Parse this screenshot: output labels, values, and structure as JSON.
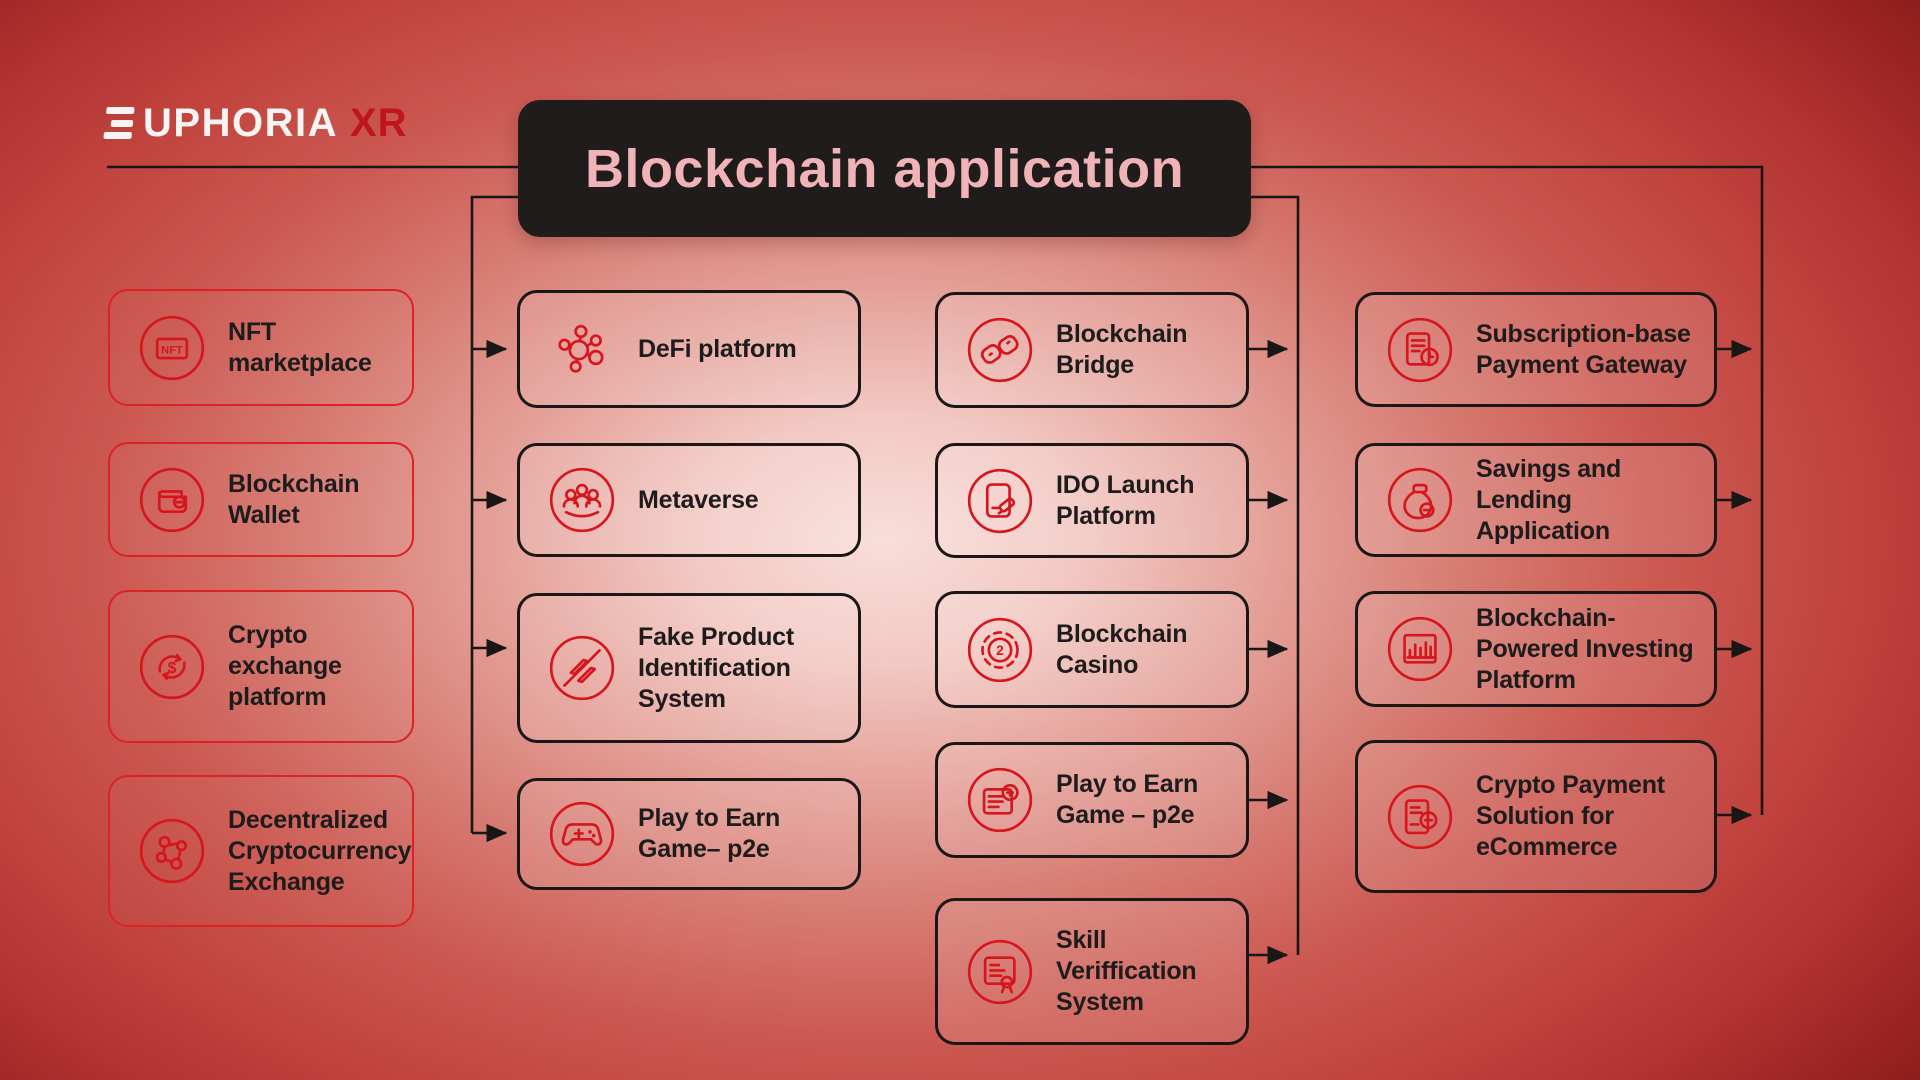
{
  "logo": {
    "mark": "Ǝ",
    "name": "UPHORIA",
    "suffix": "XR",
    "suffix_color": "#c0141f"
  },
  "header": {
    "title": "Blockchain application"
  },
  "colors": {
    "background_center": "#f8ded9",
    "background_edge": "#821717",
    "accent_red": "#d6151d",
    "node_border_dark": "#1b1717",
    "node_border_red": "#dc2127",
    "connector": "#191616",
    "header_bg": "#211c1c",
    "header_text": "#f0b3b7",
    "label_text": "#1d1b1b"
  },
  "columns": [
    {
      "id": "left-column",
      "style": "red",
      "items": [
        {
          "label": "NFT marketplace",
          "icon": "nft-badge-icon"
        },
        {
          "label": "Blockchain Wallet",
          "icon": "wallet-icon"
        },
        {
          "label": "Crypto exchange platform",
          "icon": "currency-exchange-icon"
        },
        {
          "label": "Decentralized Cryptocurrency Exchange",
          "icon": "network-nodes-icon"
        }
      ]
    },
    {
      "id": "applications-column-1",
      "style": "dark",
      "items": [
        {
          "label": "DeFi platform",
          "icon": "molecule-icon"
        },
        {
          "label": "Metaverse",
          "icon": "people-group-icon"
        },
        {
          "label": "Fake Product Identification System",
          "icon": "anti-counterfeit-icon"
        },
        {
          "label": "Play to Earn Game– p2e",
          "icon": "gamepad-icon"
        }
      ]
    },
    {
      "id": "applications-column-2",
      "style": "dark",
      "items": [
        {
          "label": "Blockchain Bridge",
          "icon": "chain-link-icon"
        },
        {
          "label": "IDO Launch Platform",
          "icon": "document-edit-icon"
        },
        {
          "label": "Blockchain Casino",
          "icon": "casino-chip-icon"
        },
        {
          "label": "Play to Earn Game – p2e",
          "icon": "document-coin-icon"
        },
        {
          "label": "Skill Veriffication System",
          "icon": "certificate-ribbon-icon"
        }
      ]
    },
    {
      "id": "applications-column-3",
      "style": "dark",
      "items": [
        {
          "label": "Subscription-base Payment Gateway",
          "icon": "invoice-clock-icon"
        },
        {
          "label": "Savings and Lending Application",
          "icon": "money-bag-icon"
        },
        {
          "label": "Blockchain-Powered Investing Platform",
          "icon": "bar-chart-icon"
        },
        {
          "label": "Crypto Payment Solution for eCommerce",
          "icon": "invoice-search-icon"
        }
      ]
    }
  ]
}
